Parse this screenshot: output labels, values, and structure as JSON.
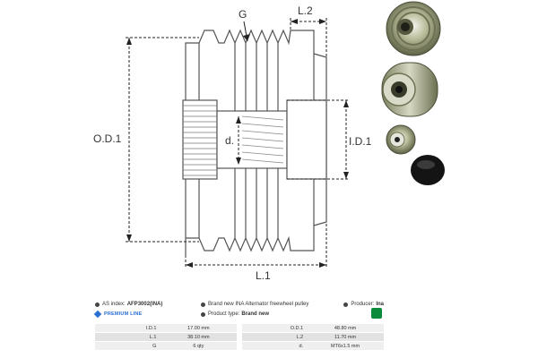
{
  "drawing": {
    "labels": {
      "g": "G",
      "l2": "L.2",
      "od1": "O.D.1",
      "id1": "I.D.1",
      "d": "d.",
      "l1": "L.1"
    }
  },
  "info": {
    "as_index_label": "AS index:",
    "as_index_value": "AFP3002(INA)",
    "description": "Brand new INA Alternator freewheel pulley",
    "producer_label": "Producer:",
    "producer_value": "Ina",
    "premium": "PREMIUM LINE",
    "product_type_label": "Product type:",
    "product_type_value": "Brand new"
  },
  "specs": [
    {
      "l1": "I.D.1",
      "v1": "17.00 mm",
      "l2": "O.D.1",
      "v2": "48.80 mm"
    },
    {
      "l1": "L.1",
      "v1": "38.10 mm",
      "l2": "L.2",
      "v2": "11.70 mm"
    },
    {
      "l1": "G",
      "v1": "6 qty",
      "l2": "d.",
      "v2": "MT6x1.5 mm"
    }
  ],
  "colors": {
    "accent": "#2a6fd1",
    "ina_green": "#0a8a3a",
    "metal": "#9a9f7a"
  }
}
